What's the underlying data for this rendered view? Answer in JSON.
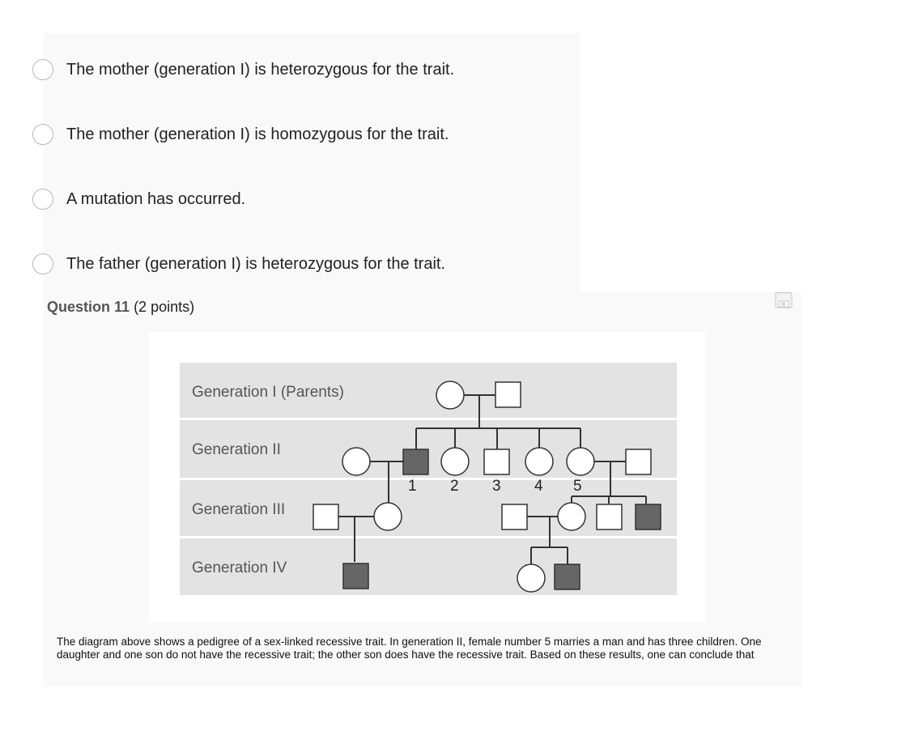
{
  "options": [
    {
      "label": "The mother (generation I) is heterozygous for the trait."
    },
    {
      "label": "The mother (generation I) is homozygous for the trait."
    },
    {
      "label": "A mutation has occurred."
    },
    {
      "label": "The father (generation I) is heterozygous for the trait."
    }
  ],
  "question": {
    "number_label": "Question 11",
    "points_label": "(2 points)",
    "text": "The diagram above shows a pedigree of a sex-linked recessive trait. In generation II, female number 5 marries a man and has three children. One daughter and one son do not have the recessive trait; the other son does have the recessive trait. Based on these results, one can conclude that"
  },
  "pedigree": {
    "generations": [
      "Generation I (Parents)",
      "Generation II",
      "Generation III",
      "Generation IV"
    ],
    "numbers": [
      "1",
      "2",
      "3",
      "4",
      "5"
    ]
  },
  "colors": {
    "affected_fill": "#666666",
    "band_fill": "#e3e3e3",
    "panel_bg": "#f9f9f9"
  },
  "icons": {
    "save": "save-icon"
  }
}
